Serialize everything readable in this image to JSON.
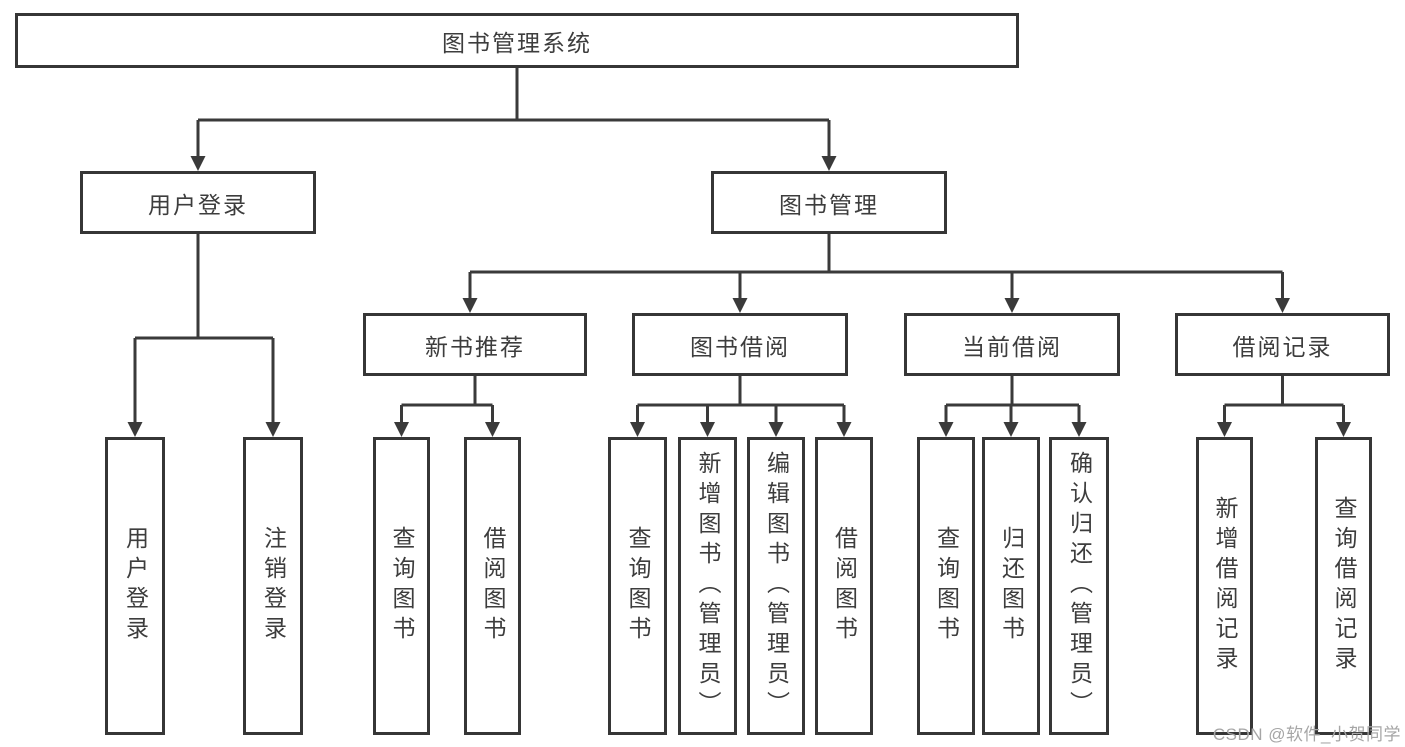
{
  "diagram": {
    "title": "图书管理系统",
    "level2": [
      {
        "label": "用户登录",
        "leaves": [
          "用户登录",
          "注销登录"
        ]
      },
      {
        "label": "图书管理",
        "level3": [
          {
            "label": "新书推荐",
            "leaves": [
              "查询图书",
              "借阅图书"
            ]
          },
          {
            "label": "图书借阅",
            "leaves": [
              "查询图书",
              "新增图书（管理员）",
              "编辑图书（管理员）",
              "借阅图书"
            ]
          },
          {
            "label": "当前借阅",
            "leaves": [
              "查询图书",
              "归还图书",
              "确认归还（管理员）"
            ]
          },
          {
            "label": "借阅记录",
            "leaves": [
              "新增借阅记录",
              "查询借阅记录"
            ]
          }
        ]
      }
    ]
  },
  "colors": {
    "line": "#3a3a3a",
    "border": "#363636",
    "text": "#3d3d3d",
    "watermark": "#a6a6a6"
  },
  "watermark": "CSDN @软件_小贺同学"
}
